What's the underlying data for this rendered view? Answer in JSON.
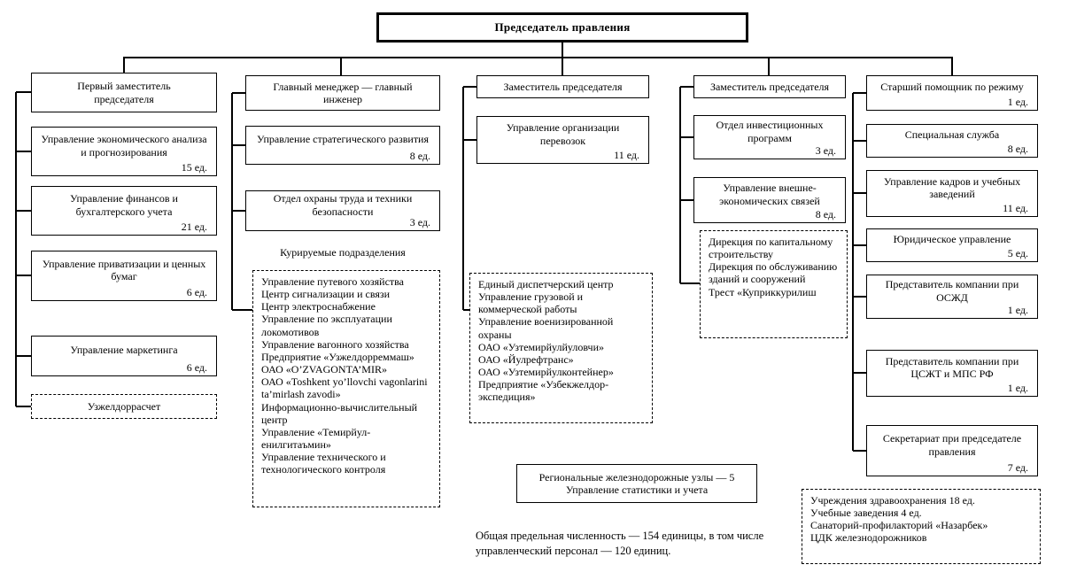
{
  "top": {
    "label": "Председатель правления"
  },
  "columns": [
    {
      "head": "Первый заместитель председателя",
      "boxes": [
        {
          "label": "Управление экономического анализа и прогнозирования",
          "units": "15 ед."
        },
        {
          "label": "Управление финансов и бухгалтерского учета",
          "units": "21 ед."
        },
        {
          "label": "Управление приватизации и ценных бумаг",
          "units": "6 ед."
        },
        {
          "label": "Управление маркетинга",
          "units": "6 ед."
        },
        {
          "label": "Узжелдоррасчет"
        }
      ]
    },
    {
      "head": "Главный менеджер — главный инженер",
      "boxes": [
        {
          "label": "Управление стратегического развития",
          "units": "8 ед."
        },
        {
          "label": "Отдел охраны труда и техники безопасности",
          "units": "3 ед."
        }
      ],
      "supervised": {
        "title": "Курируемые подразделения",
        "items": [
          "Управление путевого хозяйства",
          "Центр сигнализации и связи",
          "Центр электроснабжение",
          "Управление по эксплуатации локомотивов",
          "Управление вагонного хозяйства",
          "Предприятие «Узжелдорреммаш»",
          "ОАО «O’ZVAGONTA’MIR»",
          "ОАО «Toshkent yo’llovchi vagonlarini ta’mirlash zavodi»",
          "Информационно-вычислительный центр",
          "Управление «Темирйул-енилгитаъмин»",
          "Управление технического и технологического контроля"
        ]
      }
    },
    {
      "head": "Заместитель председателя",
      "boxes": [
        {
          "label": "Управление организации перевозок",
          "units": "11 ед."
        }
      ],
      "supervised": {
        "items": [
          "Единый диспетчерский центр",
          "Управление грузовой и коммерческой работы",
          "Управление военизированной охраны",
          "ОАО «Узтемирйулйуловчи»",
          "ОАО «Йулрефтранс»",
          "ОАО «Узтемирйулконтейнер»",
          "Предприятие «Узбекжелдор-экспедиция»"
        ]
      },
      "regional": {
        "lines": [
          "Региональные железнодорожные узлы — 5",
          "Управление статистики и учета"
        ]
      }
    },
    {
      "head": "Заместитель председателя",
      "boxes": [
        {
          "label": "Отдел инвестиционных программ",
          "units": "3 ед."
        },
        {
          "label": "Управление внешне-экономических связей",
          "units": "8 ед."
        }
      ],
      "supervised": {
        "items": [
          "Дирекция по капитальному строительству",
          "Дирекция по обслуживанию зданий и сооружений",
          "Трест «Куприккурилиш"
        ]
      }
    },
    {
      "boxes": [
        {
          "label": "Старший помощник по режиму",
          "units": "1 ед."
        },
        {
          "label": "Специальная служба",
          "units": "8 ед."
        },
        {
          "label": "Управление кадров и учебных заведений",
          "units": "11 ед."
        },
        {
          "label": "Юридическое управление",
          "units": "5 ед."
        },
        {
          "label": "Представитель компании при ОСЖД",
          "units": "1 ед."
        },
        {
          "label": "Представитель компании при ЦСЖТ и МПС РФ",
          "units": "1 ед."
        },
        {
          "label": "Секретариат при председателе правления",
          "units": "7 ед."
        }
      ],
      "social": {
        "items": [
          "Учреждения здравоохранения 18 ед.",
          "Учебные заведения 4 ед.",
          "Санаторий-профилакторий «Назарбек»",
          "ЦДК железнодорожников"
        ]
      }
    }
  ],
  "footnote": "Общая предельная численность — 154 единицы, в том числе управленческий персонал — 120 единиц."
}
